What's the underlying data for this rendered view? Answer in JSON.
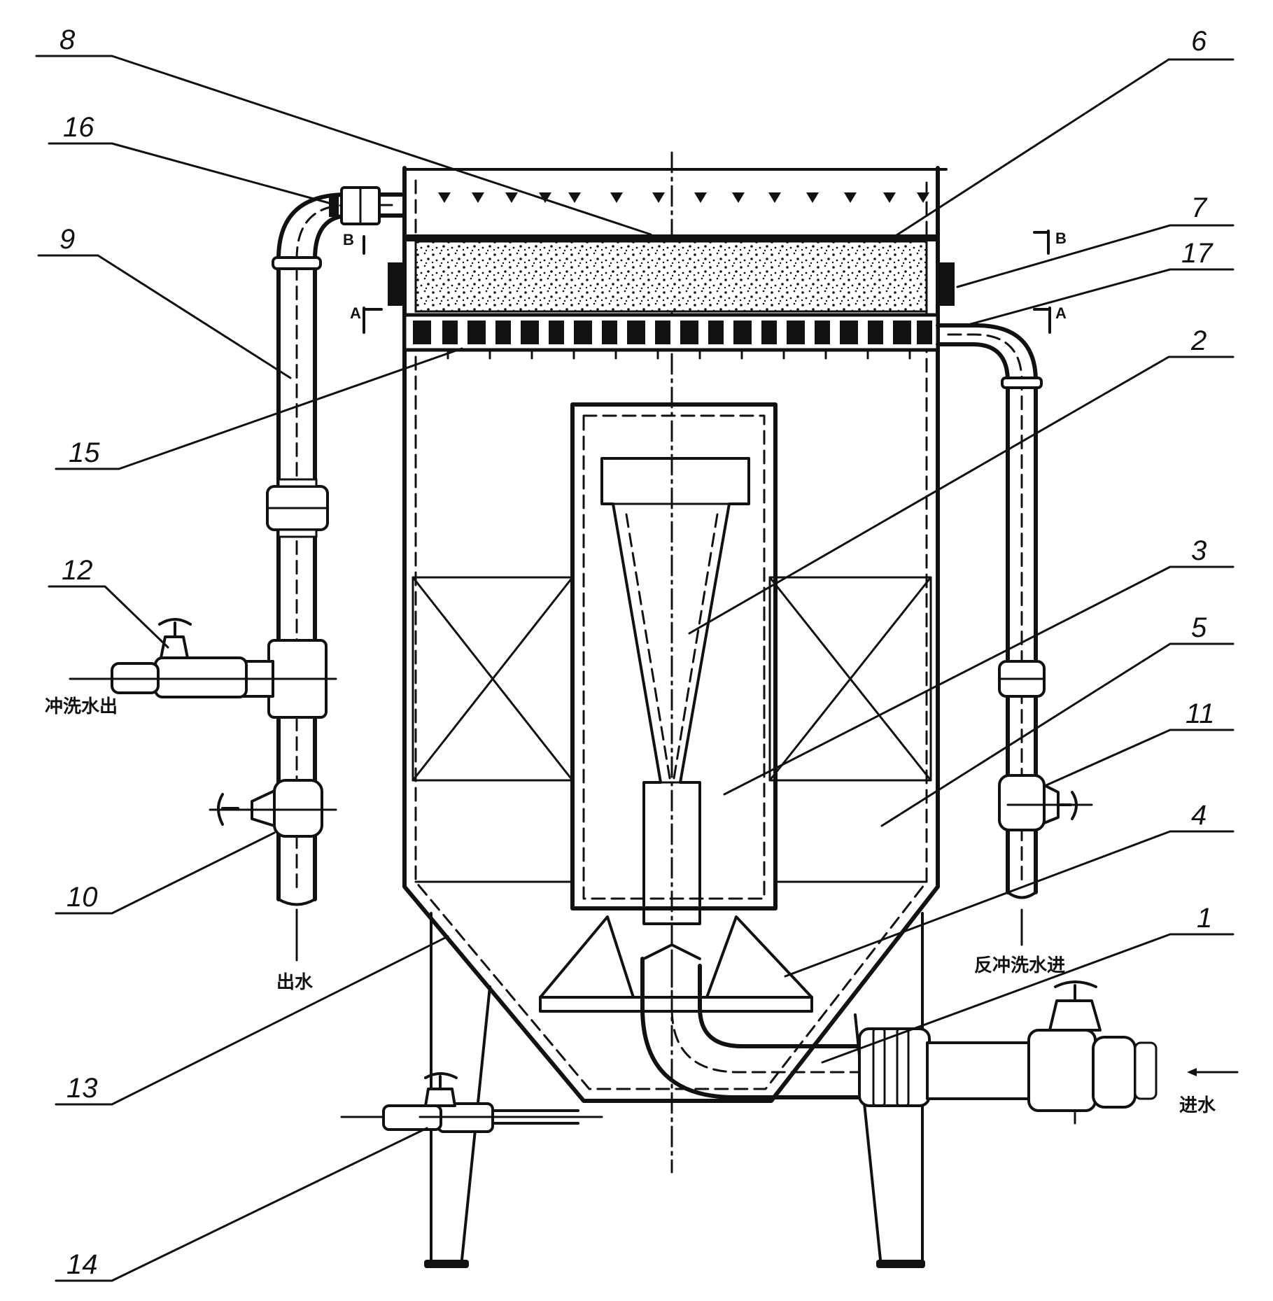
{
  "diagram": {
    "part_numbers": [
      "1",
      "2",
      "3",
      "4",
      "5",
      "6",
      "7",
      "8",
      "9",
      "10",
      "11",
      "12",
      "13",
      "14",
      "15",
      "16",
      "17"
    ],
    "section_marks": {
      "a": "A",
      "b": "B"
    },
    "flow_labels": {
      "flush_outlet": "冲洗水出",
      "outlet_water": "出水",
      "backflush_inlet": "反冲洗水进",
      "inlet_water": "进水"
    }
  }
}
